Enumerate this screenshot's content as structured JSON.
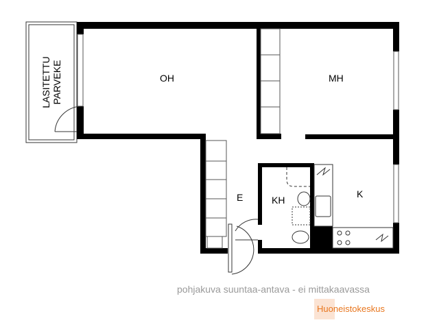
{
  "rooms": {
    "balcony_line1": "LASITETTU",
    "balcony_line2": "PARVEKE",
    "living_room": "OH",
    "bedroom": "MH",
    "hall": "E",
    "bathroom": "KH",
    "kitchen": "K"
  },
  "caption": "pohjakuva suuntaa-antava - ei mittakaavassa",
  "brand": {
    "name": "Huoneistokeskus",
    "color": "#e8761e",
    "bg": "#fbe3d3"
  }
}
